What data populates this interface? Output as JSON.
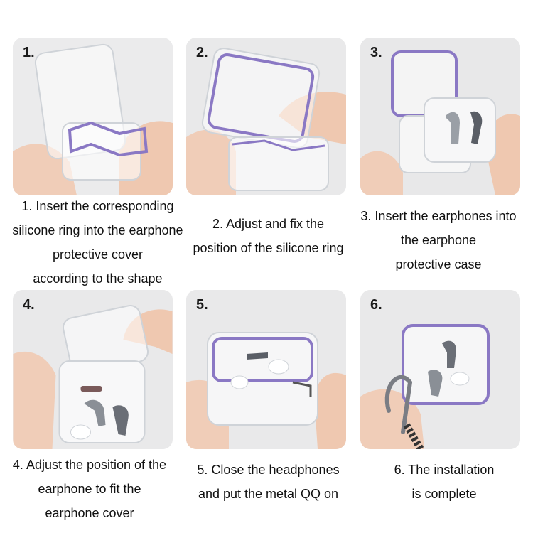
{
  "steps": [
    {
      "number": "1.",
      "lines": [
        "1. Insert the corresponding",
        "silicone ring into the earphone",
        "protective cover",
        "according to the shape"
      ]
    },
    {
      "number": "2.",
      "lines": [
        "2. Adjust and fix the",
        "position of the silicone ring"
      ]
    },
    {
      "number": "3.",
      "lines": [
        "3. Insert the earphones into",
        "the earphone",
        "protective case"
      ]
    },
    {
      "number": "4.",
      "lines": [
        "4. Adjust the position of the",
        "earphone to fit the",
        "earphone cover"
      ]
    },
    {
      "number": "5.",
      "lines": [
        "5. Close the headphones",
        "and put the metal QQ on"
      ]
    },
    {
      "number": "6.",
      "lines": [
        "6. The installation",
        "is complete"
      ]
    }
  ],
  "colors": {
    "card_bg": "#e9e9ea",
    "silicone_ring": "#8a78c4",
    "skin": "#f0cdb8",
    "text": "#111111"
  }
}
